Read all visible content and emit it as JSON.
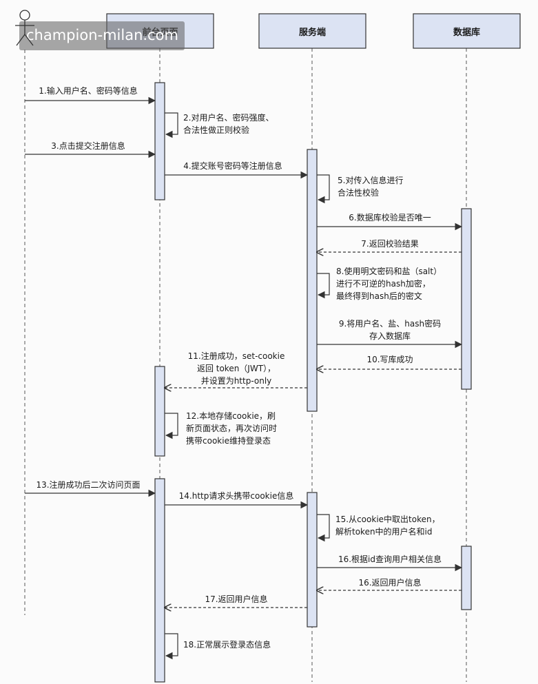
{
  "participants": [
    {
      "id": "user",
      "label": ""
    },
    {
      "id": "frontend",
      "label": "前台页面"
    },
    {
      "id": "server",
      "label": "服务端"
    },
    {
      "id": "database",
      "label": "数据库"
    }
  ],
  "messages": [
    {
      "from": "user",
      "to": "frontend",
      "kind": "sync",
      "lines": [
        "1.输入用户名、密码等信息"
      ]
    },
    {
      "from": "frontend",
      "to": "frontend",
      "kind": "self",
      "lines": [
        "2.对用户名、密码强度、",
        "合法性做正则校验"
      ]
    },
    {
      "from": "user",
      "to": "frontend",
      "kind": "sync",
      "lines": [
        "3.点击提交注册信息"
      ]
    },
    {
      "from": "frontend",
      "to": "server",
      "kind": "sync",
      "lines": [
        "4.提交账号密码等注册信息"
      ]
    },
    {
      "from": "server",
      "to": "server",
      "kind": "self",
      "lines": [
        "5.对传入信息进行",
        "合法性校验"
      ]
    },
    {
      "from": "server",
      "to": "database",
      "kind": "sync",
      "lines": [
        "6.数据库校验是否唯一"
      ]
    },
    {
      "from": "database",
      "to": "server",
      "kind": "return",
      "lines": [
        "7.返回校验结果"
      ]
    },
    {
      "from": "server",
      "to": "server",
      "kind": "self",
      "lines": [
        "8.使用明文密码和盐（salt）",
        "进行不可逆的hash加密，",
        "最终得到hash后的密文"
      ]
    },
    {
      "from": "server",
      "to": "database",
      "kind": "sync",
      "lines": [
        "9.将用户名、盐、hash密码",
        "存入数据库"
      ]
    },
    {
      "from": "database",
      "to": "server",
      "kind": "return",
      "lines": [
        "10.写库成功"
      ]
    },
    {
      "from": "server",
      "to": "frontend",
      "kind": "return",
      "lines": [
        "11.注册成功，set-cookie",
        "返回 token（JWT），",
        "并设置为http-only"
      ]
    },
    {
      "from": "frontend",
      "to": "frontend",
      "kind": "self",
      "lines": [
        "12.本地存储cookie，刷",
        "新页面状态，再次访问时",
        "携带cookie维持登录态"
      ]
    },
    {
      "from": "user",
      "to": "frontend",
      "kind": "sync",
      "lines": [
        "13.注册成功后二次访问页面"
      ]
    },
    {
      "from": "frontend",
      "to": "server",
      "kind": "sync",
      "lines": [
        "14.http请求头携带cookie信息"
      ]
    },
    {
      "from": "server",
      "to": "server",
      "kind": "self",
      "lines": [
        "15.从cookie中取出token，",
        "解析token中的用户名和id"
      ]
    },
    {
      "from": "server",
      "to": "database",
      "kind": "sync",
      "lines": [
        "16.根据id查询用户相关信息"
      ]
    },
    {
      "from": "database",
      "to": "server",
      "kind": "return",
      "lines": [
        "16.返回用户信息"
      ]
    },
    {
      "from": "server",
      "to": "frontend",
      "kind": "return",
      "lines": [
        "17.返回用户信息"
      ]
    },
    {
      "from": "frontend",
      "to": "frontend",
      "kind": "self",
      "lines": [
        "18.正常展示登录态信息"
      ]
    }
  ],
  "watermark": {
    "text": "champion-milan.com"
  },
  "colors": {
    "activation": "#dce3f3",
    "header": "#dce3f3",
    "stroke": "#333333"
  }
}
